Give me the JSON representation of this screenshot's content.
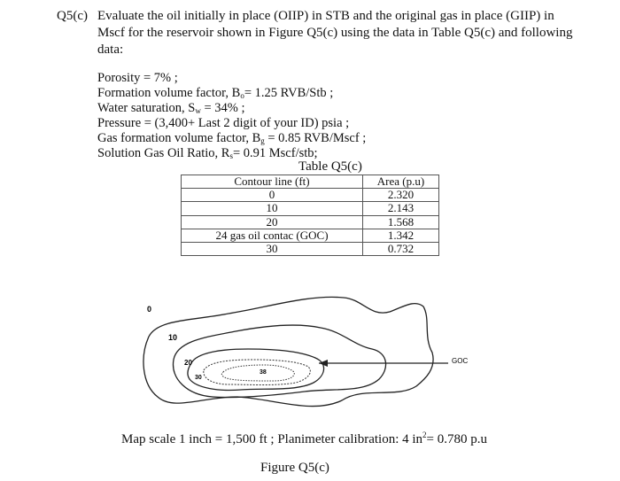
{
  "question": {
    "label": "Q5(c)",
    "lines": [
      "Evaluate the oil initially in place (OIIP) in STB and the original gas in place (GIIP) in",
      "Mscf for the reservoir shown in Figure Q5(c) using the data in Table Q5(c) and following",
      "data:"
    ]
  },
  "given": {
    "porosity": "Porosity = 7% ;",
    "fvf_pre": "Formation volume factor, B",
    "fvf_sub": "o",
    "fvf_post": "= 1.25 RVB/Stb ;",
    "sw_pre": "Water saturation, S",
    "sw_sub": "w",
    "sw_post": " = 34% ;",
    "pressure": "Pressure = (3,400+ Last 2 digit of your ID) psia ;",
    "bg_pre": "Gas formation volume factor, B",
    "bg_sub": "g",
    "bg_post": " = 0.85 RVB/Mscf ;",
    "rs_pre": "Solution Gas Oil Ratio, R",
    "rs_sub": "s",
    "rs_post": "= 0.91 Mscf/stb;"
  },
  "table": {
    "caption": "Table Q5(c)",
    "headers": [
      "Contour line (ft)",
      "Area (p.u)"
    ],
    "rows": [
      [
        "0",
        "2.320"
      ],
      [
        "10",
        "2.143"
      ],
      [
        "20",
        "1.568"
      ],
      [
        "24 gas oil contac (GOC)",
        "1.342"
      ],
      [
        "30",
        "0.732"
      ]
    ]
  },
  "map": {
    "label_0": "0",
    "label_10": "10",
    "label_20": "20",
    "label_30": "30",
    "label_38": "38",
    "label_goc": "GOC"
  },
  "caption": {
    "scale_text": "Map scale 1 inch = 1,500 ft ; Planimeter calibration: 4 in",
    "scale_sup": "2",
    "scale_tail": "= 0.780 p.u",
    "figure": "Figure Q5(c)"
  }
}
